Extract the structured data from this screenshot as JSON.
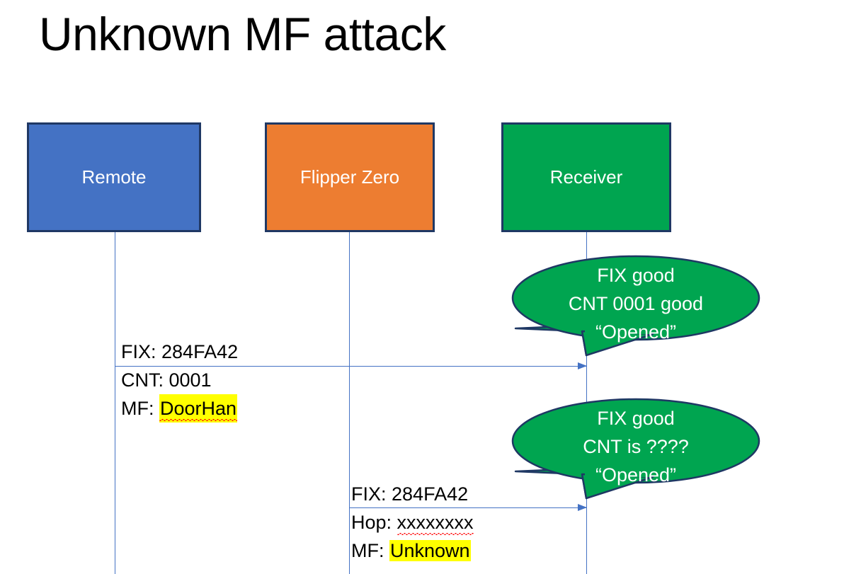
{
  "slide": {
    "title": "Unknown MF attack",
    "background": "#FFFFFF"
  },
  "colors": {
    "remote_fill": "#4472C4",
    "flipper_fill": "#ED7D31",
    "receiver_fill": "#00A550",
    "box_border": "#1F3864",
    "lifeline": "#4472C4",
    "arrow": "#4472C4",
    "bubble_fill": "#00A550",
    "bubble_border": "#1F3864",
    "highlight": "#FFFF00",
    "spellcheck_underline": "#FF0000",
    "text_dark": "#000000",
    "text_light": "#FFFFFF"
  },
  "actors": [
    {
      "id": "remote",
      "label": "Remote"
    },
    {
      "id": "flipper",
      "label": "Flipper Zero"
    },
    {
      "id": "receiver",
      "label": "Receiver"
    }
  ],
  "messages": [
    {
      "id": "msg-1",
      "from": "remote",
      "to": "receiver",
      "lines": [
        {
          "prefix": "FIX: ",
          "value": "284FA42",
          "highlight": false,
          "spellcheck_error": false
        },
        {
          "prefix": "CNT: ",
          "value": "0001",
          "highlight": false,
          "spellcheck_error": false
        },
        {
          "prefix": "MF: ",
          "value": "DoorHan",
          "highlight": true,
          "spellcheck_error": true
        }
      ]
    },
    {
      "id": "msg-2",
      "from": "flipper",
      "to": "receiver",
      "lines": [
        {
          "prefix": "FIX: ",
          "value": "284FA42",
          "highlight": false,
          "spellcheck_error": false
        },
        {
          "prefix": "Hop: ",
          "value": "xxxxxxxx",
          "highlight": false,
          "spellcheck_error": true
        },
        {
          "prefix": "MF: ",
          "value": "Unknown",
          "highlight": true,
          "spellcheck_error": false
        }
      ]
    }
  ],
  "bubbles": [
    {
      "id": "bubble-1",
      "owner": "receiver",
      "lines": [
        "FIX good",
        "CNT 0001 good",
        "“Opened”"
      ]
    },
    {
      "id": "bubble-2",
      "owner": "receiver",
      "lines": [
        "FIX good",
        "CNT is ????",
        "“Opened”"
      ]
    }
  ]
}
